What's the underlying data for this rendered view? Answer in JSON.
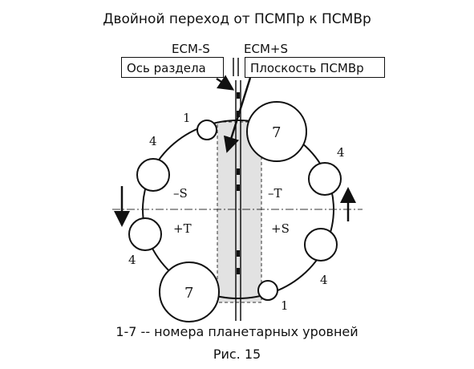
{
  "title": "Двойной переход от ПСМПр к ПСМВр",
  "ecm_left": "ECM-S",
  "ecm_right": "ECM+S",
  "box_left": "Ось раздела",
  "box_right": "Плоскость ПСМВр",
  "levels": {
    "top_small": "1",
    "top_big": "7",
    "left_upper": "4",
    "right_upper": "4",
    "left_lower": "4",
    "right_lower": "4",
    "bottom_big": "7",
    "bottom_small": "1"
  },
  "quadrants": {
    "upper_left": "–S",
    "upper_right": "–T",
    "lower_left": "+T",
    "lower_right": "+S"
  },
  "caption_line1": "1-7 -- номера планетарных уровней",
  "caption_line2": "Рис. 15"
}
